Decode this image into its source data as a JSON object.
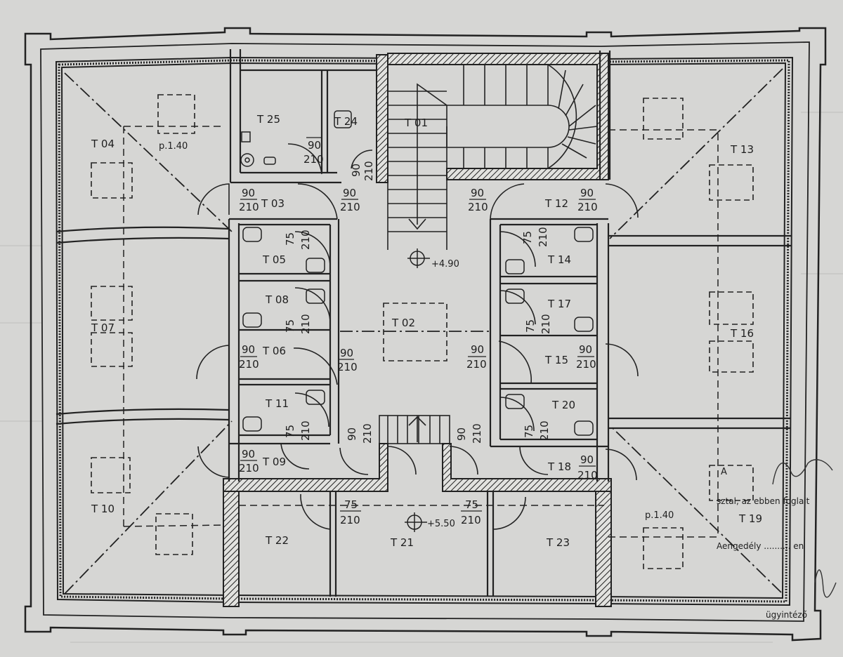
{
  "rooms": {
    "T01": "T 01",
    "T02": "T 02",
    "T03": "T 03",
    "T04": "T 04",
    "T05": "T 05",
    "T06": "T 06",
    "T07": "T 07",
    "T08": "T 08",
    "T09": "T 09",
    "T10": "T 10",
    "T11": "T 11",
    "T12": "T 12",
    "T13": "T 13",
    "T14": "T 14",
    "T15": "T 15",
    "T16": "T 16",
    "T17": "T 17",
    "T18": "T 18",
    "T19": "T 19",
    "T20": "T 20",
    "T21": "T 21",
    "T22": "T 22",
    "T23": "T 23",
    "T24": "T 24",
    "T25": "T 25"
  },
  "levels": {
    "upper": "+4.90",
    "lower": "+5.50"
  },
  "dimensions": {
    "w90": "90",
    "w75": "75",
    "h210": "210"
  },
  "notes": {
    "parapet_left": "p.1.40",
    "parapet_right": "p.1.40",
    "margin_1": "sztal, az ebben foglalt",
    "margin_2": "Aengedély  ..........  en",
    "margin_3": "ügyintéző",
    "stamp_letter": "A"
  },
  "colors": {
    "paper": "#d6d6d4",
    "ink": "#1e1e1e"
  }
}
